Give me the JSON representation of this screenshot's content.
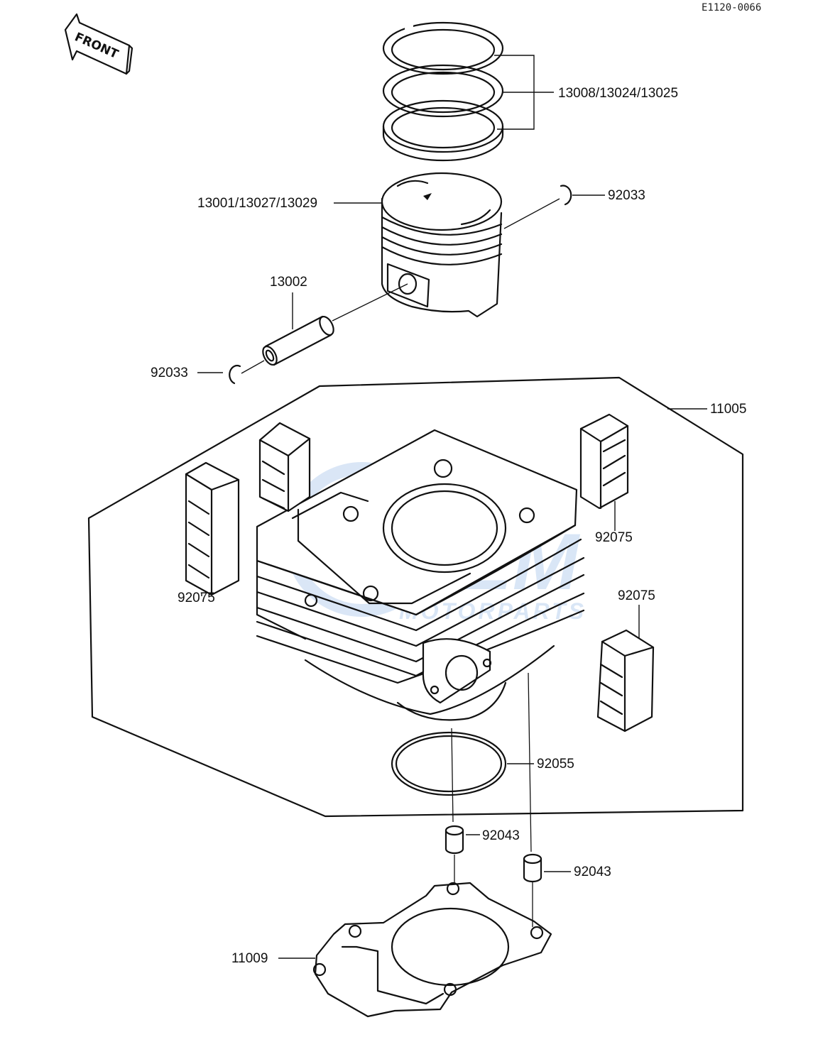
{
  "diagram": {
    "code": "E1120-0066",
    "front_label": "FRONT",
    "watermark": {
      "line1": "OEM",
      "line2": "MOTORPARTS",
      "color": "#7aa7df"
    }
  },
  "parts": {
    "rings": "13008/13024/13025",
    "piston": "13001/13027/13029",
    "clip_right": "92033",
    "pin": "13002",
    "clip_left": "92033",
    "cylinder": "11005",
    "damper_right": "92075",
    "damper_left": "92075",
    "damper_lower_right": "92075",
    "oring": "92055",
    "dowel_left": "92043",
    "dowel_right": "92043",
    "gasket": "11009"
  },
  "colors": {
    "ink": "#111111",
    "paper": "#ffffff"
  }
}
